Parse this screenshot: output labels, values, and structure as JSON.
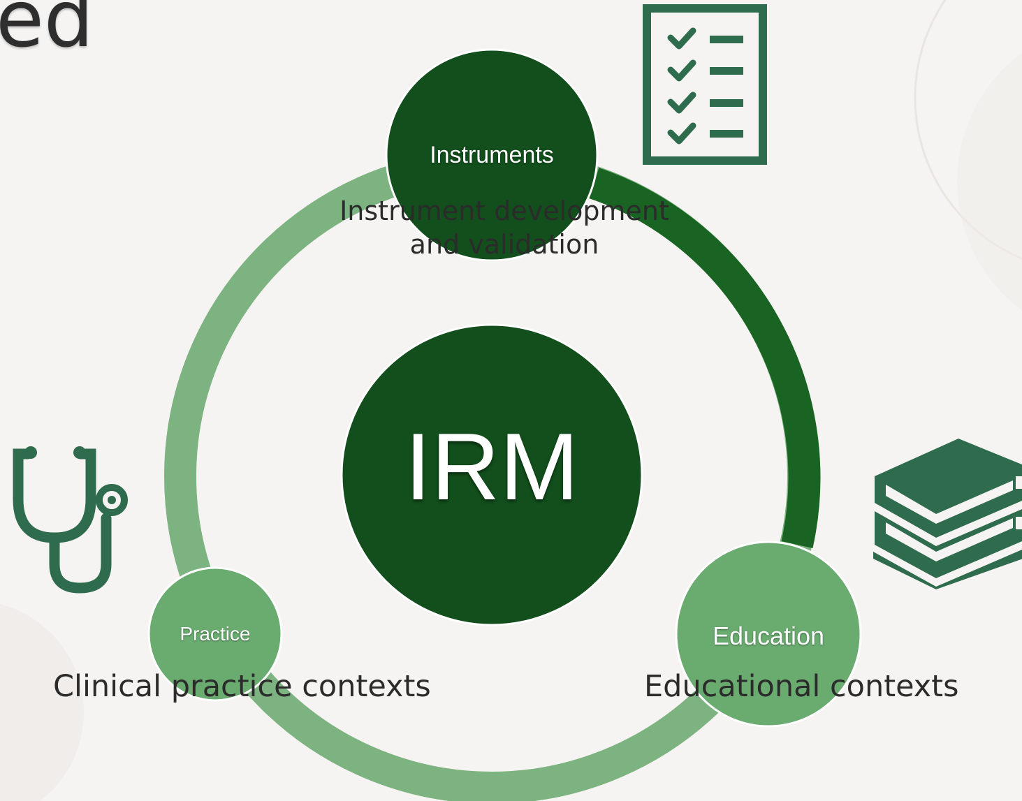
{
  "slide": {
    "title_fragment": "ed",
    "center_label": "IRM"
  },
  "nodes": {
    "instruments": {
      "label": "Instruments",
      "caption_line1": "Instrument development",
      "caption_line2": "and validation"
    },
    "practice": {
      "label": "Practice",
      "caption": "Clinical practice contexts"
    },
    "education": {
      "label": "Education",
      "caption": "Educational contexts"
    }
  },
  "icons": {
    "top_right": "checklist-icon",
    "left": "stethoscope-icon",
    "right": "books-icon"
  },
  "colors": {
    "background": "#f6f4f2",
    "dark_green": "#124f1c",
    "mid_green": "#1a6423",
    "light_green": "#7db380",
    "node_light": "#6aac70",
    "icon_green": "#2f6b4d"
  }
}
